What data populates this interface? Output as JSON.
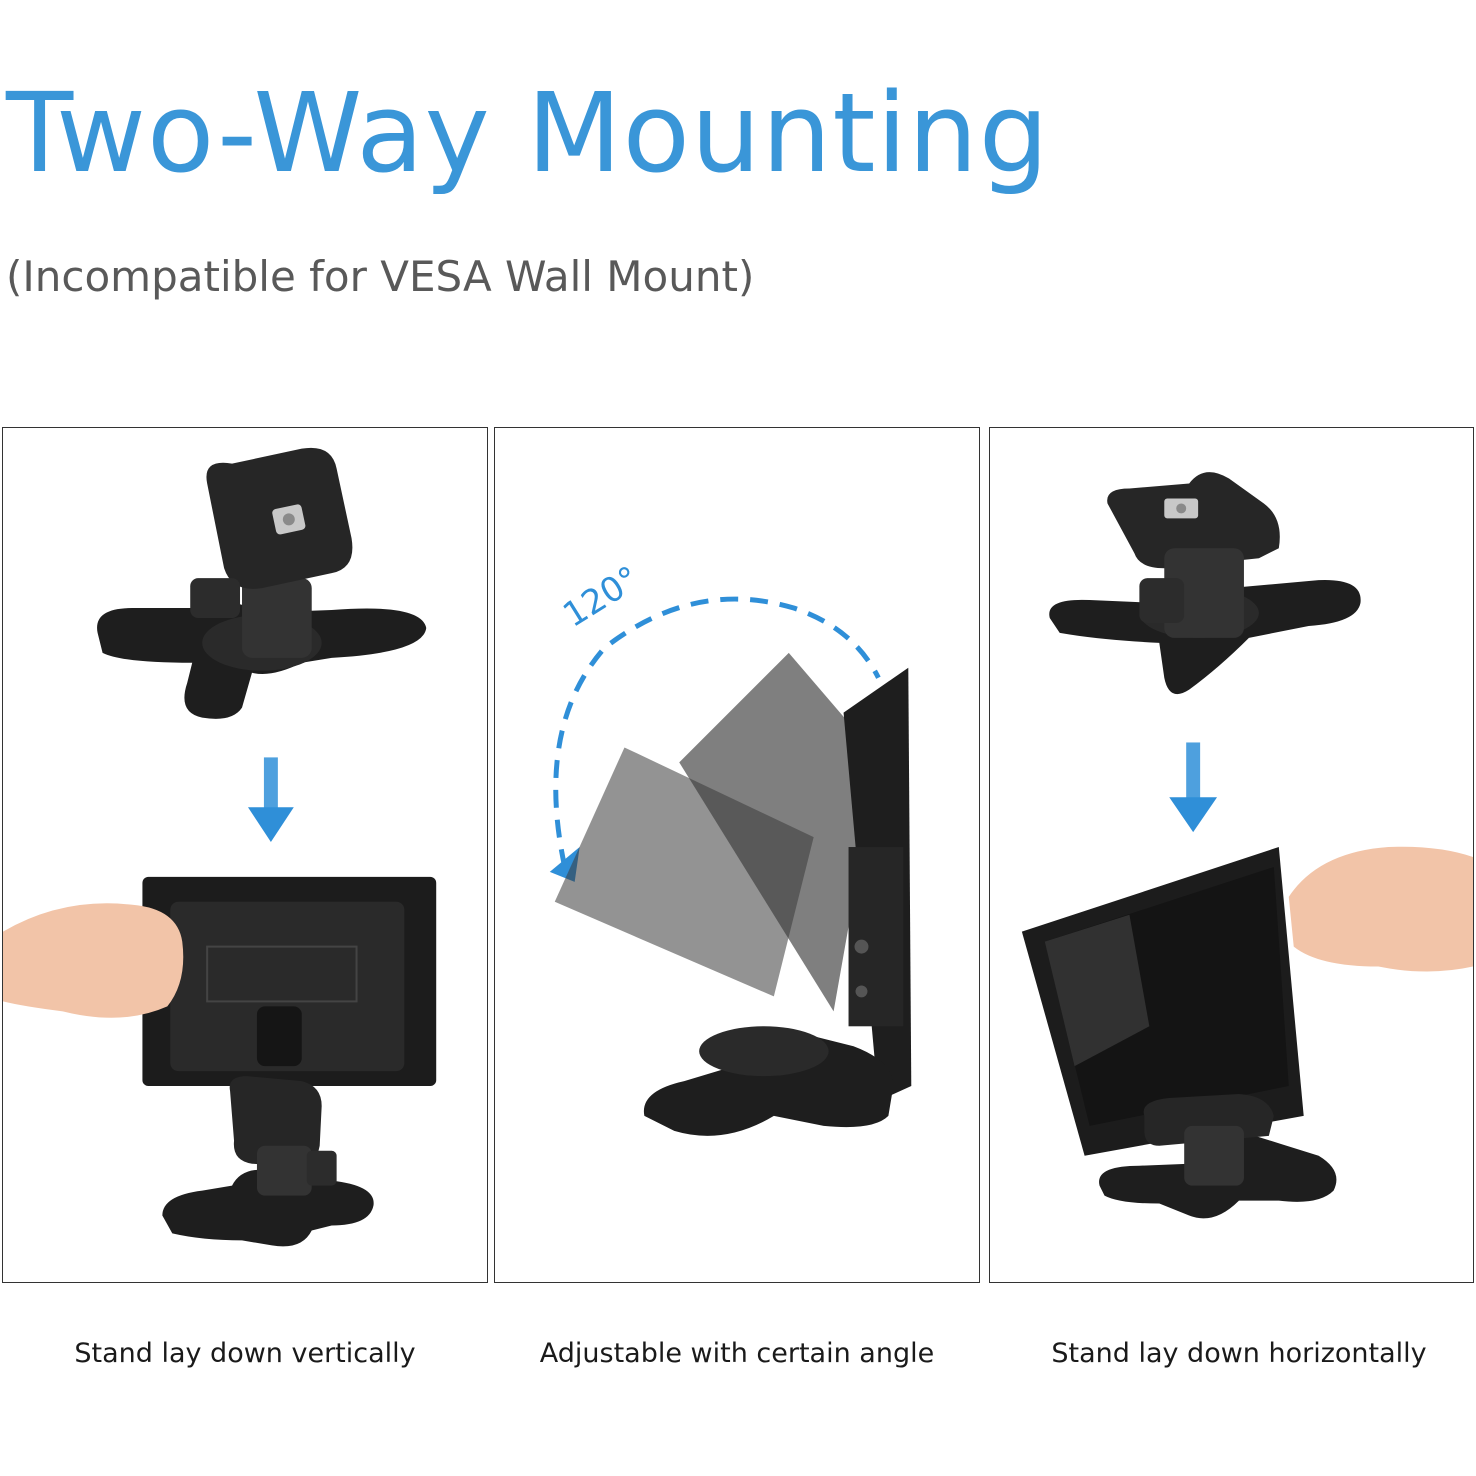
{
  "header": {
    "title": "Two-Way Mounting",
    "subtitle": "(Incompatible for VESA Wall Mount)"
  },
  "panels": [
    {
      "caption": "Stand lay down vertically"
    },
    {
      "caption": "Adjustable with certain angle",
      "angle_label": "120°"
    },
    {
      "caption": "Stand lay down horizontally"
    }
  ],
  "colors": {
    "accent": "#3a96d8",
    "arrow": "#2f8fd8",
    "device": "#1e1e1e"
  }
}
